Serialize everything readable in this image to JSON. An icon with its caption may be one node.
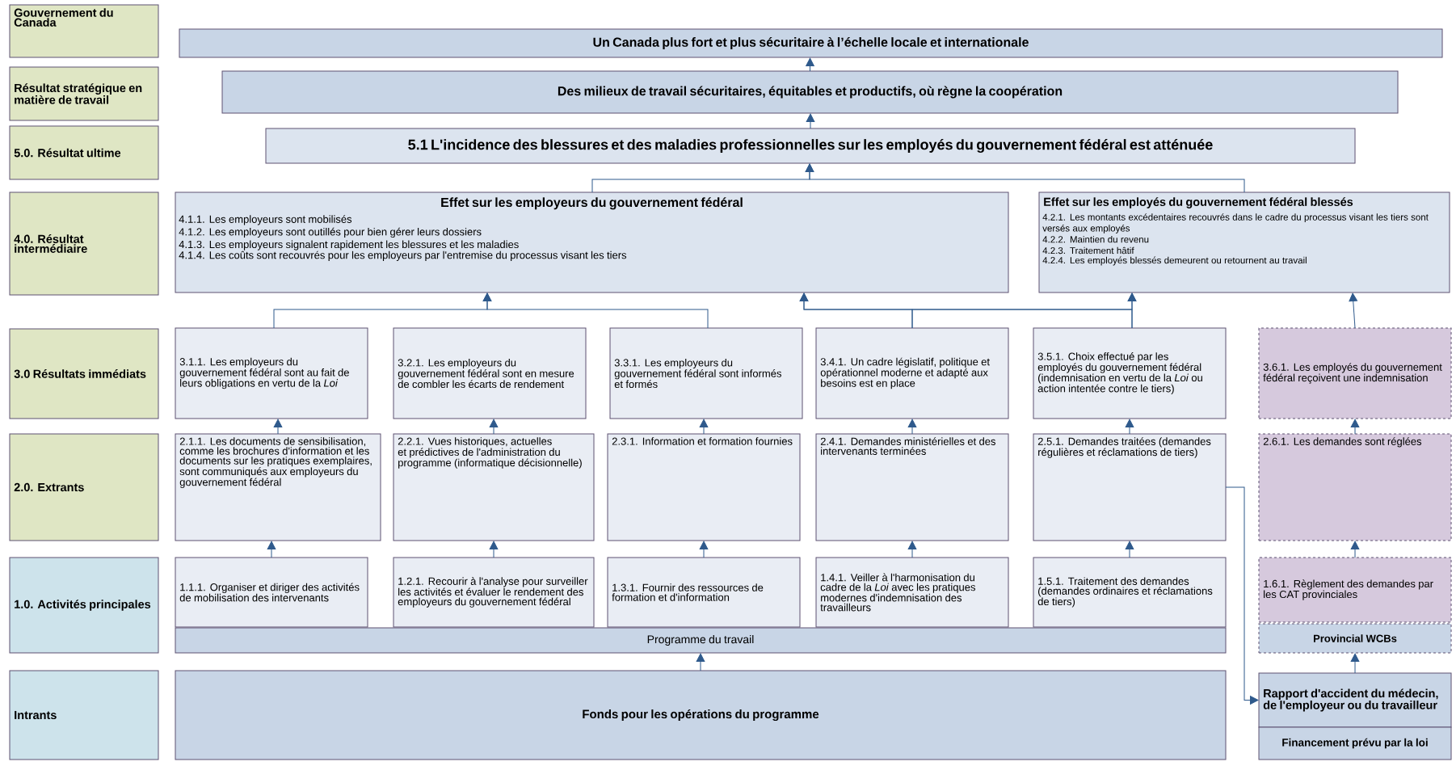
{
  "diagram": {
    "nodes": [
      {
        "text": [
          "Gouvernement du Canada"
        ]
      },
      {
        "text": [
          "Résultat stratégique en matière de travail"
        ]
      },
      {
        "text": [
          "5.0. Résultat ultime"
        ]
      },
      {
        "text": [
          "4.0. Résultat intermédiaire"
        ]
      },
      {
        "text": [
          "3.0 Résultats immédiats"
        ]
      },
      {
        "text": [
          "2.0. Extrants"
        ]
      },
      {
        "text": [
          "1.0. Activités principales"
        ]
      },
      {
        "text": [
          "Intrants"
        ]
      },
      {
        "text": [
          "Un Canada plus fort et plus sécuritaire à l’échelle locale et internationale"
        ]
      },
      {
        "text": [
          "Des milieux de travail sécuritaires, équitables et productifs, où règne la coopération"
        ]
      },
      {
        "text": [
          "5.1 L'incidence des blessures et des maladies professionnelles sur les employés du gouvernement fédéral est atténuée"
        ]
      },
      {
        "text": [
          "Effet sur les employeurs du gouvernement fédéral",
          "4.1.1. Les employeurs sont mobilisés",
          "4.1.2. Les employeurs sont outillés pour bien gérer leurs dossiers",
          "4.1.3. Les employeurs signalent rapidement les blessures et les maladies",
          "4.1.4. Les coûts sont recouvrés pour les employeurs par l'entremise du processus visant les tiers"
        ]
      },
      {
        "text": [
          "Effet sur les employés du gouvernement fédéral blessés",
          "4.2.1. Les montants excédentaires recouvrés dans le cadre du processus visant les tiers sont versés aux employés",
          "4.2.2. Maintien du revenu",
          "4.2.3. Traitement hâtif",
          "4.2.4. Les employés blessés demeurent ou retournent au travail"
        ]
      },
      {
        "text": [
          "3.1.1. Les employeurs du gouvernement fédéral sont au fait de leurs obligations en vertu de la *Loi*"
        ]
      },
      {
        "text": [
          "3.2.1. Les employeurs du gouvernement fédéral sont en mesure de combler les écarts de rendement"
        ]
      },
      {
        "text": [
          "3.3.1. Les employeurs du gouvernement fédéral sont informés et formés"
        ]
      },
      {
        "text": [
          "3.4.1. Un cadre législatif, politique et opérationnel moderne et adapté aux besoins est en place"
        ]
      },
      {
        "text": [
          "3.5.1. Choix effectué par les employés du gouvernement fédéral (indemnisation en vertu de la *Loi* ou action intentée contre le tiers)"
        ]
      },
      {
        "text": [
          "3.6.1. Les employés du gouvernement fédéral reçoivent une indemnisation"
        ]
      },
      {
        "text": [
          "2.1.1. Les documents de sensibilisation, comme les brochures d'information et les documents sur les pratiques exemplaires, sont communiqués aux employeurs du gouvernement fédéral"
        ]
      },
      {
        "text": [
          "2.2.1. Vues historiques, actuelles et prédictives de l'administration du programme (informatique décisionnelle)"
        ]
      },
      {
        "text": [
          "2.3.1. Information et formation fournies"
        ]
      },
      {
        "text": [
          "2.4.1. Demandes ministérielles et des intervenants terminées"
        ]
      },
      {
        "text": [
          "2.5.1. Demandes traitées (demandes régulières et réclamations de tiers)"
        ]
      },
      {
        "text": [
          "2.6.1. Les demandes sont réglées"
        ]
      },
      {
        "text": [
          "1.1.1. Organiser et diriger des activités de mobilisation des intervenants"
        ]
      },
      {
        "text": [
          "1.2.1. Recourir à l'analyse pour surveiller les activités et évaluer le rendement des employeurs du gouvernement fédéral"
        ]
      },
      {
        "text": [
          "1.3.1. Fournir des ressources de formation et d'information"
        ]
      },
      {
        "text": [
          "1.4.1. Veiller à l'harmonisation du cadre de la *Loi* avec les pratiques modernes d'indemnisation des travailleurs"
        ]
      },
      {
        "text": [
          "1.5.1. Traitement des demandes (demandes ordinaires et réclamations de tiers)"
        ]
      },
      {
        "text": [
          "1.6.1. Règlement des demandes par les CAT provinciales"
        ]
      },
      {
        "text": [
          "Programme du travail"
        ]
      },
      {
        "text": [
          "Provincial WCBs"
        ]
      },
      {
        "text": [
          "Fonds pour les opérations du programme"
        ]
      },
      {
        "text": [
          "Rapport d'accident du médecin, de l'employeur ou du travailleur"
        ]
      },
      {
        "text": [
          "Financement prévu par la loi"
        ]
      }
    ],
    "edges": [
      {
        "from": 9,
        "to": 8,
        "arrow": "to"
      },
      {
        "from": 10,
        "to": 9,
        "arrow": "to"
      },
      {
        "from": 11,
        "to": 10,
        "arrow": "to"
      },
      {
        "from": 12,
        "to": 10,
        "arrow": "to"
      },
      {
        "from": 13,
        "to": 11,
        "arrow": "to"
      },
      {
        "from": 15,
        "to": 11,
        "arrow": "to"
      },
      {
        "from": 16,
        "to": 11,
        "arrow": "to"
      },
      {
        "from": 16,
        "to": 12,
        "arrow": "to"
      },
      {
        "from": 17,
        "to": 11,
        "arrow": "to"
      },
      {
        "from": 17,
        "to": 12,
        "arrow": "to"
      },
      {
        "from": 18,
        "to": 12,
        "arrow": "to"
      },
      {
        "from": 19,
        "to": 13,
        "arrow": "to"
      },
      {
        "from": 20,
        "to": 14,
        "arrow": "to"
      },
      {
        "from": 21,
        "to": 15,
        "arrow": "to"
      },
      {
        "from": 22,
        "to": 16,
        "arrow": "to"
      },
      {
        "from": 23,
        "to": 17,
        "arrow": "to"
      },
      {
        "from": 24,
        "to": 18,
        "arrow": "to"
      },
      {
        "from": 25,
        "to": 19,
        "arrow": "to"
      },
      {
        "from": 26,
        "to": 20,
        "arrow": "to"
      },
      {
        "from": 27,
        "to": 21,
        "arrow": "to"
      },
      {
        "from": 28,
        "to": 22,
        "arrow": "to"
      },
      {
        "from": 29,
        "to": 23,
        "arrow": "to"
      },
      {
        "from": 30,
        "to": 24,
        "arrow": "to"
      },
      {
        "from": 33,
        "to": 31,
        "arrow": "to"
      },
      {
        "from": 34,
        "to": 32,
        "arrow": "to"
      },
      {
        "from": 23,
        "to": 34,
        "arrow": "to"
      }
    ]
  }
}
